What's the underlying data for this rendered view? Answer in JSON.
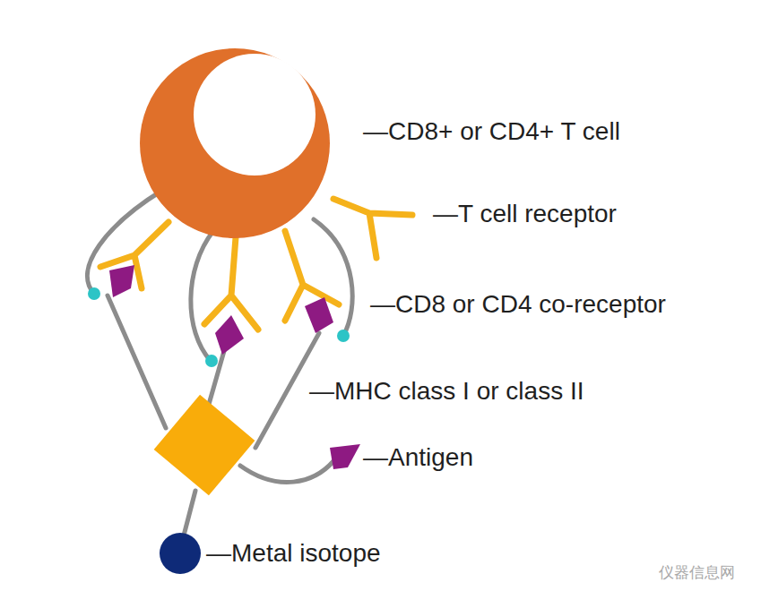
{
  "diagram": {
    "labels": [
      "—CD8+ or CD4+ T cell",
      "—T cell receptor",
      "—CD8 or CD4 co-receptor",
      "—MHC class I or class II",
      "—Antigen",
      "—Metal isotope",
      "仪器信息网"
    ]
  }
}
